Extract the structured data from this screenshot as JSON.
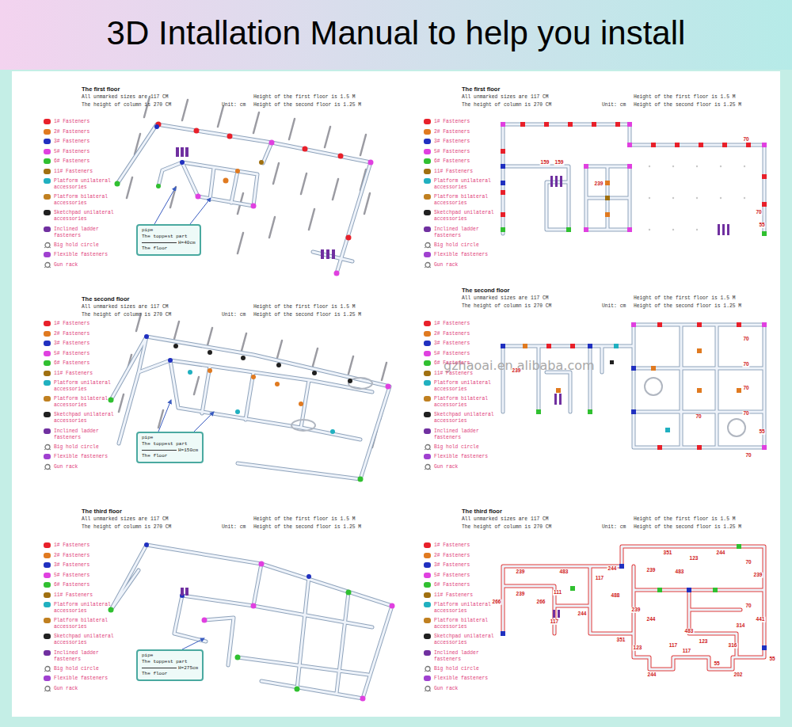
{
  "diagram": {
    "title": "3D Intallation Manual to help you install",
    "nodes": [
      {
        "text": [
          "pipe",
          "The toppest part",
          "H=40cm",
          "The floor"
        ]
      },
      {
        "text": [
          "pipe",
          "The toppest part",
          "H=150cm",
          "The floor"
        ]
      },
      {
        "text": [
          "pipe",
          "The toppest part",
          "H=275cm",
          "The floor"
        ]
      }
    ],
    "labels": [
      "The first floor",
      "All unmarked sizes are 117 CM",
      "The height of column is 270 CM",
      "Height of the first floor is 1.5 M",
      "Unit: cm",
      "Height of the second floor is 1.25 M",
      "The first floor",
      "All unmarked sizes are 117 CM",
      "The height of column is 270 CM",
      "Height of the first floor is 1.5 M",
      "Unit: cm",
      "Height of the second floor is 1.25 M",
      "159",
      "159",
      "239",
      "70",
      "70",
      "55",
      "The second floor",
      "All unmarked sizes are 117 CM",
      "The height of column is 270 CM",
      "Height of the first floor is 1.5 M",
      "Unit: cm",
      "Height of the second floor is 1.25 M",
      "The second floor",
      "All unmarked sizes are 117 CM",
      "The height of column is 270 CM",
      "Height of the first floor is 1.5 M",
      "Unit: cm",
      "Height of the second floor is 1.25 M",
      "gzhaoai.en.alibaba.com",
      "239",
      "70",
      "70",
      "70",
      "70",
      "70",
      "55",
      "70",
      "The third floor",
      "All unmarked sizes are 117 CM",
      "The height of column is 270 CM",
      "Height of the first floor is 1.5 M",
      "Unit: cm",
      "Height of the second floor is 1.25 M",
      "The third floor",
      "All unmarked sizes are 117 CM",
      "The height of column is 270 CM",
      "Height of the first floor is 1.5 M",
      "Unit: cm",
      "Height of the second floor is 1.25 M",
      "239",
      "239",
      "266",
      "483",
      "111",
      "117",
      "244",
      "488",
      "239",
      "351",
      "123",
      "244",
      "70",
      "483",
      "239",
      "266",
      "117",
      "244",
      "239",
      "244",
      "70",
      "441",
      "314",
      "351",
      "123",
      "483",
      "117",
      "117",
      "244",
      "123",
      "316",
      "202",
      "55",
      "55"
    ],
    "legend": [
      {
        "text": "1# Fasteners",
        "color": "#e8202a"
      },
      {
        "text": "2# Fasteners",
        "color": "#e07a20"
      },
      {
        "text": "3# Fasteners",
        "color": "#2030c0"
      },
      {
        "text": "5# Fasteners",
        "color": "#e040e0"
      },
      {
        "text": "6# Fasteners",
        "color": "#30c030"
      },
      {
        "text": "11# Fasteners",
        "color": "#a07010"
      },
      {
        "text": "Platform unilateral accessories",
        "color": "#20b0c0"
      },
      {
        "text": "Platform bilateral accessories",
        "color": "#c08020"
      },
      {
        "text": "Sketchpad unilateral accessories",
        "color": "#202020"
      },
      {
        "text": "Inclined ladder fasteners",
        "color": "#7030a0"
      },
      {
        "text": "Big hold circle"
      },
      {
        "text": "Flexible fasteners",
        "color": "#a040d0"
      },
      {
        "text": "Gun rack"
      },
      {
        "text": "1# Fasteners",
        "color": "#e8202a"
      },
      {
        "text": "2# Fasteners",
        "color": "#e07a20"
      },
      {
        "text": "3# Fasteners",
        "color": "#2030c0"
      },
      {
        "text": "5# Fasteners",
        "color": "#e040e0"
      },
      {
        "text": "6# Fasteners",
        "color": "#30c030"
      },
      {
        "text": "11# Fasteners",
        "color": "#a07010"
      },
      {
        "text": "Platform unilateral accessories",
        "color": "#20b0c0"
      },
      {
        "text": "Platform bilateral accessories",
        "color": "#c08020"
      },
      {
        "text": "Sketchpad unilateral accessories",
        "color": "#202020"
      },
      {
        "text": "Inclined ladder fasteners",
        "color": "#7030a0"
      },
      {
        "text": "Big hold circle"
      },
      {
        "text": "Flexible fasteners",
        "color": "#a040d0"
      },
      {
        "text": "Gun rack"
      },
      {
        "text": "1# Fasteners",
        "color": "#e8202a"
      },
      {
        "text": "2# Fasteners",
        "color": "#e07a20"
      },
      {
        "text": "3# Fasteners",
        "color": "#2030c0"
      },
      {
        "text": "5# Fasteners",
        "color": "#e040e0"
      },
      {
        "text": "6# Fasteners",
        "color": "#30c030"
      },
      {
        "text": "11# Fasteners",
        "color": "#a07010"
      },
      {
        "text": "Platform unilateral accessories",
        "color": "#20b0c0"
      },
      {
        "text": "Platform bilateral accessories",
        "color": "#c08020"
      },
      {
        "text": "Sketchpad unilateral accessories",
        "color": "#202020"
      },
      {
        "text": "Inclined ladder fasteners",
        "color": "#7030a0"
      },
      {
        "text": "Big hold circle"
      },
      {
        "text": "Flexible fasteners",
        "color": "#a040d0"
      },
      {
        "text": "Gun rack"
      },
      {
        "text": "1# Fasteners",
        "color": "#e8202a"
      },
      {
        "text": "2# Fasteners",
        "color": "#e07a20"
      },
      {
        "text": "3# Fasteners",
        "color": "#2030c0"
      },
      {
        "text": "5# Fasteners",
        "color": "#e040e0"
      },
      {
        "text": "6# Fasteners",
        "color": "#30c030"
      },
      {
        "text": "11# Fasteners",
        "color": "#a07010"
      },
      {
        "text": "Platform unilateral accessories",
        "color": "#20b0c0"
      },
      {
        "text": "Platform bilateral accessories",
        "color": "#c08020"
      },
      {
        "text": "Sketchpad unilateral accessories",
        "color": "#202020"
      },
      {
        "text": "Inclined ladder fasteners",
        "color": "#7030a0"
      },
      {
        "text": "Big hold circle"
      },
      {
        "text": "Flexible fasteners",
        "color": "#a040d0"
      },
      {
        "text": "Gun rack"
      },
      {
        "text": "1# Fasteners",
        "color": "#e8202a"
      },
      {
        "text": "2# Fasteners",
        "color": "#e07a20"
      },
      {
        "text": "3# Fasteners",
        "color": "#2030c0"
      },
      {
        "text": "5# Fasteners",
        "color": "#e040e0"
      },
      {
        "text": "6# Fasteners",
        "color": "#30c030"
      },
      {
        "text": "11# Fasteners",
        "color": "#a07010"
      },
      {
        "text": "Platform unilateral accessories",
        "color": "#20b0c0"
      },
      {
        "text": "Platform bilateral accessories",
        "color": "#c08020"
      },
      {
        "text": "Sketchpad unilateral accessories",
        "color": "#202020"
      },
      {
        "text": "Inclined ladder fasteners",
        "color": "#7030a0"
      },
      {
        "text": "Big hold circle"
      },
      {
        "text": "Flexible fasteners",
        "color": "#a040d0"
      },
      {
        "text": "Gun rack"
      },
      {
        "text": "1# Fasteners",
        "color": "#e8202a"
      },
      {
        "text": "2# Fasteners",
        "color": "#e07a20"
      },
      {
        "text": "3# Fasteners",
        "color": "#2030c0"
      },
      {
        "text": "5# Fasteners",
        "color": "#e040e0"
      },
      {
        "text": "6# Fasteners",
        "color": "#30c030"
      },
      {
        "text": "11# Fasteners",
        "color": "#a07010"
      },
      {
        "text": "Platform unilateral accessories",
        "color": "#20b0c0"
      },
      {
        "text": "Platform bilateral accessories",
        "color": "#c08020"
      },
      {
        "text": "Sketchpad unilateral accessories",
        "color": "#202020"
      },
      {
        "text": "Inclined ladder fasteners",
        "color": "#7030a0"
      },
      {
        "text": "Big hold circle"
      },
      {
        "text": "Flexible fasteners",
        "color": "#a040d0"
      },
      {
        "text": "Gun rack"
      }
    ]
  }
}
